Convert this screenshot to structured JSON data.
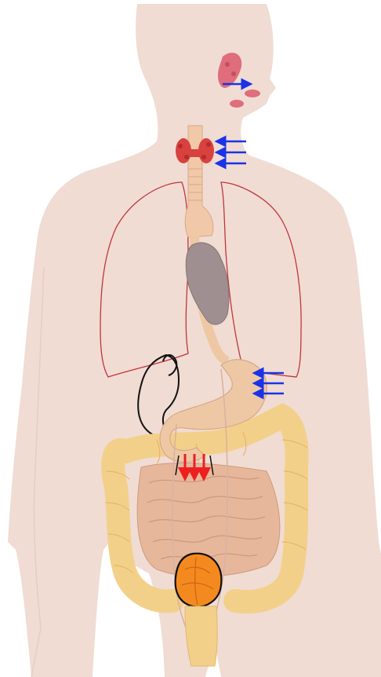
{
  "figure": {
    "colors": {
      "background": "#ffffff",
      "skin": "#f0dcd3",
      "skin_shadow": "#e6cdc2",
      "vessel_line": "#c0353e",
      "salivary_gland": "#e06d7c",
      "thyroid": "#d8413f",
      "trachea": "#f2c9a8",
      "heart": "#9f8f90",
      "stomach": "#eec8a5",
      "colon": "#f3d08a",
      "small_intestine": "#e7b79c",
      "organ_outline": "#111111",
      "orange_organ": "#f48a1f",
      "blue_arrow": "#1a33e6",
      "red_arrow": "#ee1f1f"
    },
    "organs": [
      {
        "name": "salivary-glands",
        "icon": "gland-icon"
      },
      {
        "name": "thyroid",
        "icon": "thyroid-icon"
      },
      {
        "name": "lungs",
        "icon": "lung-outline-icon"
      },
      {
        "name": "heart",
        "icon": "heart-icon"
      },
      {
        "name": "stomach",
        "icon": "stomach-icon"
      },
      {
        "name": "kidney",
        "icon": "kidney-outline-icon"
      },
      {
        "name": "large-intestine",
        "icon": "colon-icon"
      },
      {
        "name": "small-intestine",
        "icon": "intestine-icon"
      },
      {
        "name": "bladder",
        "icon": "orange-organ-icon"
      },
      {
        "name": "rectum",
        "icon": "rectum-icon"
      }
    ],
    "arrow_groups": [
      {
        "name": "mouth-arrow",
        "color": "blue",
        "count": 1,
        "direction": "right"
      },
      {
        "name": "thyroid-arrows",
        "color": "blue",
        "count": 3,
        "direction": "left"
      },
      {
        "name": "stomach-arrows",
        "color": "blue",
        "count": 3,
        "direction": "left"
      },
      {
        "name": "intestine-arrows",
        "color": "red",
        "count": 3,
        "direction": "down"
      }
    ]
  }
}
